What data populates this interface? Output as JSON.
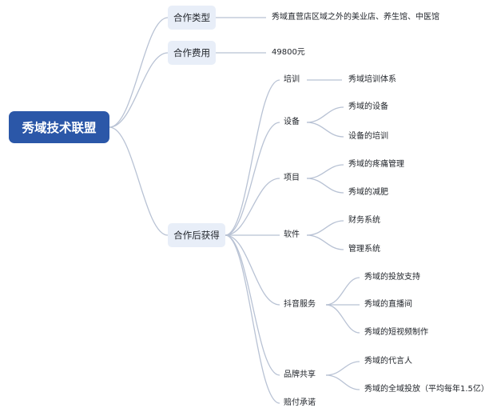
{
  "root": {
    "label": "秀域技术联盟"
  },
  "branches": {
    "type": {
      "label": "合作类型",
      "detail": "秀域直营店区域之外的美业店、养生馆、中医馆"
    },
    "fee": {
      "label": "合作费用",
      "detail": "49800元"
    },
    "benefits": {
      "label": "合作后获得",
      "training": {
        "label": "培训",
        "items": [
          "秀域培训体系"
        ]
      },
      "equipment": {
        "label": "设备",
        "items": [
          "秀域的设备",
          "设备的培训"
        ]
      },
      "projects": {
        "label": "项目",
        "items": [
          "秀域的疼痛管理",
          "秀域的减肥"
        ]
      },
      "software": {
        "label": "软件",
        "items": [
          "财务系统",
          "管理系统"
        ]
      },
      "douyin": {
        "label": "抖音服务",
        "items": [
          "秀域的投放支持",
          "秀域的直播间",
          "秀域的短视频制作"
        ]
      },
      "brand": {
        "label": "品牌共享",
        "items": [
          "秀域的代言人",
          "秀域的全域投放（平均每年1.5亿）"
        ]
      },
      "compensation": {
        "label": "赔付承诺"
      }
    }
  }
}
